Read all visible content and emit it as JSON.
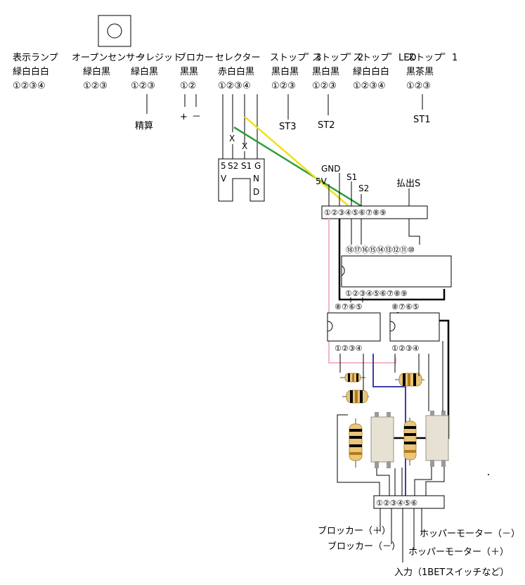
{
  "headers": [
    {
      "name": "表示ランプ",
      "colors": "緑白白白",
      "pins": "①②③④"
    },
    {
      "name": "オープンセンサー",
      "colors": "緑白黒",
      "pins": "①②③"
    },
    {
      "name": "クレジット",
      "colors": "緑白黒",
      "pins": "①②③"
    },
    {
      "name": "ブロカー",
      "colors": "黒黒",
      "pins": "①②"
    },
    {
      "name": "セレクター",
      "colors": "赤白白黒",
      "pins": "①②③④"
    },
    {
      "name": "ストップ゜3",
      "colors": "黒白黒",
      "pins": "①②③"
    },
    {
      "name": "ストップ゜2",
      "colors": "黒白黒",
      "pins": "①②③"
    },
    {
      "name": "ストップ゜LED",
      "colors": "緑白白白",
      "pins": "①②③④"
    },
    {
      "name": "ストップ゜1",
      "colors": "黒茶黒",
      "pins": "①②③"
    }
  ],
  "below": {
    "credit": "精算",
    "blocker_plus": "+",
    "blocker_minus": "－",
    "st3": "ST3",
    "st2": "ST2",
    "st1": "ST1"
  },
  "selector_box": {
    "x1": "X",
    "x2": "X",
    "row1": [
      "5",
      "S2",
      "S1",
      "G"
    ],
    "v": "V",
    "n": "N",
    "d": "D"
  },
  "main_connector": {
    "pins": "①②③④⑤⑥⑦⑧⑨",
    "gnd": "GND",
    "fivev": "5V",
    "s1": "S1",
    "s2": "S2",
    "payout": "払出S"
  },
  "ic_large": {
    "top_pins": "⑱⑰⑯⑮⑭⑬⑫⑪⑩",
    "bottom_pins": "①②③④⑤⑥⑦⑧⑨"
  },
  "ic_small_left": {
    "top_pins": "⑧⑦⑥⑤",
    "bottom_pins": "①②③④"
  },
  "ic_small_right": {
    "top_pins": "⑧⑦⑥⑤",
    "bottom_pins": "①②③④"
  },
  "output_connector": {
    "pins": "①②③④⑤⑥",
    "labels": [
      "ブロッカー（＋）",
      "ブロッカー（－）",
      "入力（1BETスイッチなど）",
      "ホッパーモーター（＋）",
      "ホッパーモーター（－）"
    ]
  }
}
